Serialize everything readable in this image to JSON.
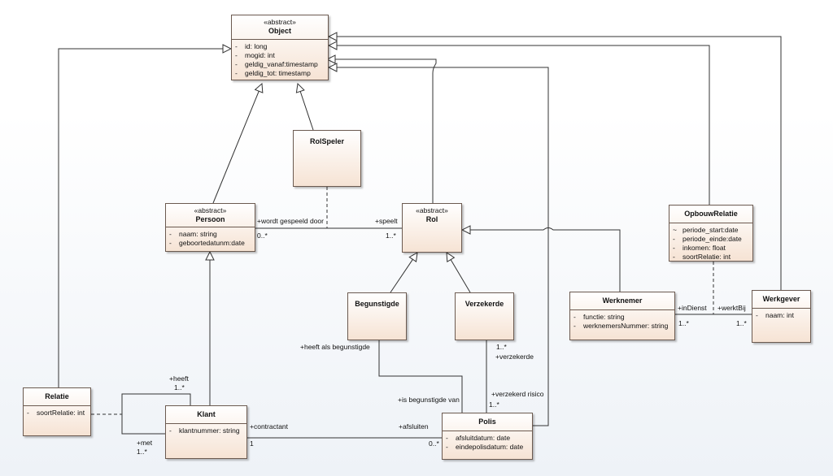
{
  "classes": {
    "object": {
      "stereotype": "«abstract»",
      "name": "Object",
      "attrs": [
        {
          "vis": "-",
          "text": "id: long"
        },
        {
          "vis": "-",
          "text": "mogid: int"
        },
        {
          "vis": "-",
          "text": "geldig_vanaf:timestamp"
        },
        {
          "vis": "-",
          "text": "geldig_tot: timestamp"
        }
      ]
    },
    "rolspeler": {
      "name": "RolSpeler"
    },
    "persoon": {
      "stereotype": "«abstract»",
      "name": "Persoon",
      "attrs": [
        {
          "vis": "-",
          "text": "naam: string"
        },
        {
          "vis": "-",
          "text": "geboortedatunm:date"
        }
      ]
    },
    "rol": {
      "stereotype": "«abstract»",
      "name": "Rol"
    },
    "opbouwrelatie": {
      "name": "OpbouwRelatie",
      "attrs": [
        {
          "vis": "~",
          "text": "periode_start:date"
        },
        {
          "vis": "-",
          "text": "periode_einde:date"
        },
        {
          "vis": "-",
          "text": "inkomen: float"
        },
        {
          "vis": "-",
          "text": "soortRelatie: int"
        }
      ]
    },
    "begunstigde": {
      "name": "Begunstigde"
    },
    "verzekerde": {
      "name": "Verzekerde"
    },
    "werknemer": {
      "name": "Werknemer",
      "attrs": [
        {
          "vis": "-",
          "text": "functie: string"
        },
        {
          "vis": "-",
          "text": "werknemersNummer: string"
        }
      ]
    },
    "werkgever": {
      "name": "Werkgever",
      "attrs": [
        {
          "vis": "-",
          "text": "naam: int"
        }
      ]
    },
    "relatie": {
      "name": "Relatie",
      "attrs": [
        {
          "vis": "-",
          "text": "soortRelatie: int"
        }
      ]
    },
    "klant": {
      "name": "Klant",
      "attrs": [
        {
          "vis": "-",
          "text": "klantnummer: string"
        }
      ]
    },
    "polis": {
      "name": "Polis",
      "attrs": [
        {
          "vis": "-",
          "text": "afsluitdatum: date"
        },
        {
          "vis": "-",
          "text": "eindepolisdatum: date"
        }
      ]
    }
  },
  "labels": {
    "wordt_gespeeld": "+wordt gespeeld door",
    "persoon_mult": "0..*",
    "speelt": "+speelt",
    "rol_mult": "1..*",
    "heeft_als_begunstigde": "+heeft als begunstigde",
    "verz_mult": "1..*",
    "verzekerde_role": "+verzekerde",
    "verzekerd_risico": "+verzekerd risico",
    "polis_top_mult": "1..*",
    "is_begunstigde_van": "+is begunstigde van",
    "heeft": "+heeft",
    "heeft_mult": "1..*",
    "met": "+met",
    "met_mult": "1..*",
    "contractant": "+contractant",
    "klant_mult": "1",
    "afsluiten": "+afsluiten",
    "polis_mult": "0..*",
    "indienst": "+inDienst",
    "werknemer_mult": "1..*",
    "werktbij": "+werktBij",
    "werkgever_mult": "1..*"
  }
}
